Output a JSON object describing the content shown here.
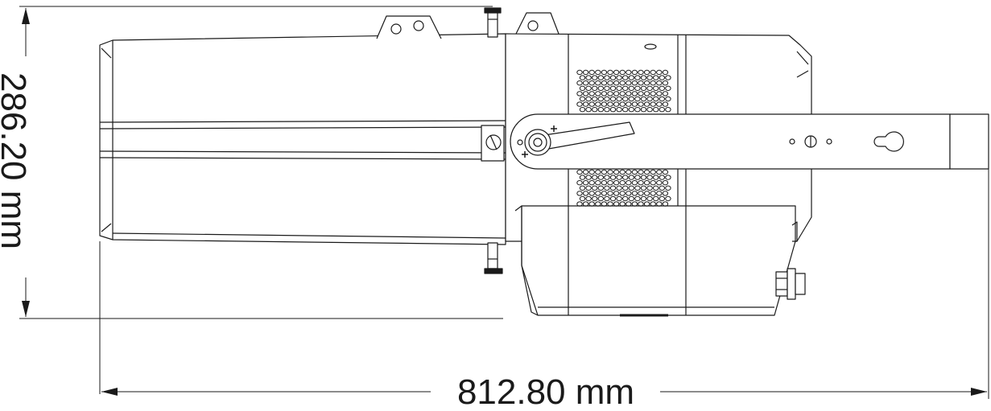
{
  "dimensions": {
    "height_label": "286.20 mm",
    "width_label": "812.80 mm"
  },
  "colors": {
    "line": "#1a1a1a",
    "background": "#ffffff"
  },
  "grille": {
    "upper_rows": 8,
    "lower_rows": 7,
    "columns": 15
  }
}
